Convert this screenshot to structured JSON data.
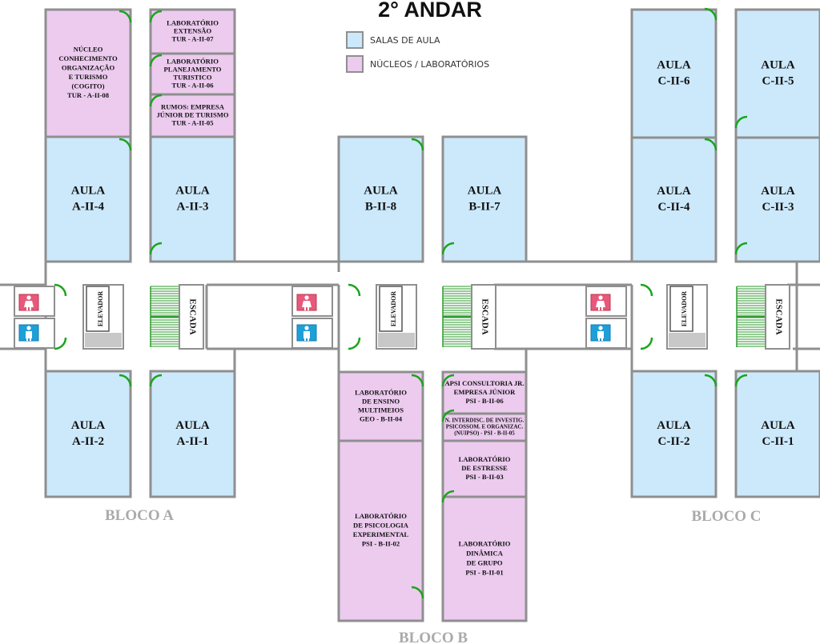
{
  "title": "2° ANDAR",
  "legend": [
    {
      "label": "SALAS DE AULA",
      "color": "#cce9fb"
    },
    {
      "label": "NÚCLEOS / LABORATÓRIOS",
      "color": "#eccbef"
    }
  ],
  "colors": {
    "classroom": "#cce9fb",
    "lab": "#eccbef",
    "wall": "#8f8f8f",
    "door": "#1aa51a",
    "stairs": "#2e9a2e",
    "female": "#e8587a",
    "male": "#1e9fd8",
    "elevator_shaft": "#c8c8c8"
  },
  "blocks": [
    {
      "name": "BLOCO A",
      "elevator": "ELEVADOR",
      "stairs": "ESCADA"
    },
    {
      "name": "BLOCO B",
      "elevator": "ELEVADOR",
      "stairs": "ESCADA"
    },
    {
      "name": "BLOCO C",
      "elevator": "ELEVADOR",
      "stairs": "ESCADA"
    }
  ],
  "rooms": [
    {
      "kind": "lab",
      "lines": [
        "NÚCLEO",
        "CONHECIMENTO",
        "ORGANIZAÇÃO",
        "E TURISMO",
        "(COGITO)",
        "TUR - A-II-08"
      ]
    },
    {
      "kind": "lab",
      "lines": [
        "LABORATÓRIO",
        "EXTENSÃO",
        "TUR - A-II-07"
      ]
    },
    {
      "kind": "lab",
      "lines": [
        "LABORATÓRIO",
        "PLANEJAMENTO",
        "TURISTICO",
        "TUR - A-II-06"
      ]
    },
    {
      "kind": "lab",
      "lines": [
        "RUMOS: EMPRESA",
        "JÚNIOR DE TURISMO",
        "TUR - A-II-05"
      ]
    },
    {
      "kind": "class",
      "lines": [
        "AULA",
        "A-II-4"
      ]
    },
    {
      "kind": "class",
      "lines": [
        "AULA",
        "A-II-3"
      ]
    },
    {
      "kind": "class",
      "lines": [
        "AULA",
        "A-II-2"
      ]
    },
    {
      "kind": "class",
      "lines": [
        "AULA",
        "A-II-1"
      ]
    },
    {
      "kind": "class",
      "lines": [
        "AULA",
        "B-II-8"
      ]
    },
    {
      "kind": "class",
      "lines": [
        "AULA",
        "B-II-7"
      ]
    },
    {
      "kind": "lab",
      "lines": [
        "LABORATÓRIO",
        "DE ENSINO",
        "MULTIMEIOS",
        "GEO - B-II-04"
      ]
    },
    {
      "kind": "lab",
      "lines": [
        "APSI CONSULTORIA JR.",
        "EMPRESA JÚNIOR",
        "PSI - B-II-06"
      ]
    },
    {
      "kind": "lab",
      "lines": [
        "N. INTERDISC. DE INVESTIG.",
        "PSICOSSOM. E ORGANIZAC.",
        "(NUIPSO) - PSI - B-II-05"
      ]
    },
    {
      "kind": "lab",
      "lines": [
        "LABORATÓRIO",
        "DE ESTRESSE",
        "PSI - B-II-03"
      ]
    },
    {
      "kind": "lab",
      "lines": [
        "LABORATÓRIO",
        "DE PSICOLOGIA",
        "EXPERIMENTAL",
        "PSI - B-II-02"
      ]
    },
    {
      "kind": "lab",
      "lines": [
        "LABORATÓRIO",
        "DINÂMICA",
        "DE GRUPO",
        "PSI - B-II-01"
      ]
    },
    {
      "kind": "class",
      "lines": [
        "AULA",
        "C-II-6"
      ]
    },
    {
      "kind": "class",
      "lines": [
        "AULA",
        "C-II-5"
      ]
    },
    {
      "kind": "class",
      "lines": [
        "AULA",
        "C-II-4"
      ]
    },
    {
      "kind": "class",
      "lines": [
        "AULA",
        "C-II-3"
      ]
    },
    {
      "kind": "class",
      "lines": [
        "AULA",
        "C-II-2"
      ]
    },
    {
      "kind": "class",
      "lines": [
        "AULA",
        "C-II-1"
      ]
    }
  ]
}
